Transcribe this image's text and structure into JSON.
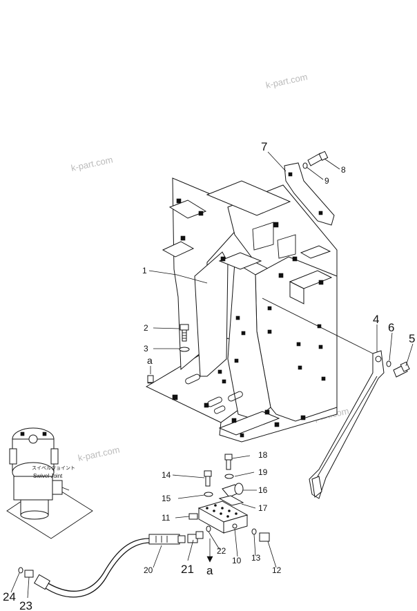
{
  "watermarks": [
    "k-part.com",
    "k-part.com",
    "k-part.com",
    "k-part.com"
  ],
  "swivel_joint": {
    "label_jp": "スイベルジョイント",
    "label_en": "Swivel Joint"
  },
  "callouts": {
    "c1": "1",
    "c2": "2",
    "c3": "3",
    "c4": "4",
    "c5": "5",
    "c6": "6",
    "c7": "7",
    "c8": "8",
    "c9": "9",
    "c10": "10",
    "c11": "11",
    "c12": "12",
    "c13": "13",
    "c14": "14",
    "c15": "15",
    "c16": "16",
    "c17": "17",
    "c18": "18",
    "c19": "19",
    "c20": "20",
    "c21": "21",
    "c22": "22",
    "c23": "23",
    "c24": "24",
    "a_top": "a",
    "a_bottom": "a"
  }
}
